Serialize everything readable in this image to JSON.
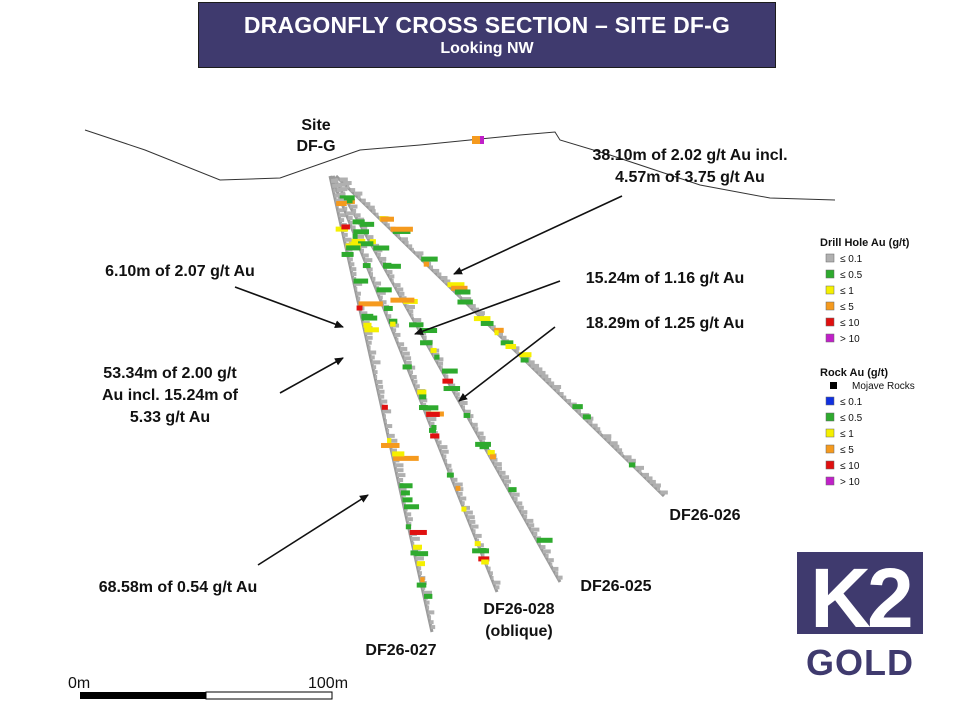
{
  "title": "DRAGONFLY CROSS SECTION – SITE DF-G",
  "subtitle": "Looking NW",
  "site_label_line1": "Site",
  "site_label_line2": "DF-G",
  "holes": [
    {
      "id": "DF26-026",
      "label": "DF26-026",
      "label2": ""
    },
    {
      "id": "DF26-025",
      "label": "DF26-025",
      "label2": ""
    },
    {
      "id": "DF26-028",
      "label": "DF26-028",
      "label2": "(oblique)"
    },
    {
      "id": "DF26-027",
      "label": "DF26-027",
      "label2": ""
    }
  ],
  "intercepts": [
    {
      "lines": [
        "38.10m of 2.02 g/t Au incl.",
        "4.57m of 3.75 g/t Au"
      ]
    },
    {
      "lines": [
        "6.10m of 2.07 g/t Au"
      ]
    },
    {
      "lines": [
        "15.24m of 1.16 g/t Au"
      ]
    },
    {
      "lines": [
        "18.29m of 1.25 g/t Au"
      ]
    },
    {
      "lines": [
        "53.34m of 2.00 g/t",
        "Au incl. 15.24m of",
        "5.33 g/t Au"
      ]
    },
    {
      "lines": [
        "68.58m of 0.54 g/t Au"
      ]
    }
  ],
  "legend_drill": {
    "title": "Drill Hole Au (g/t)",
    "items": [
      {
        "label": "≤ 0.1",
        "color": "#b0b0b0"
      },
      {
        "label": "≤ 0.5",
        "color": "#2eaa2e"
      },
      {
        "label": "≤ 1",
        "color": "#f5f000"
      },
      {
        "label": "≤ 5",
        "color": "#f59a1e"
      },
      {
        "label": "≤ 10",
        "color": "#e01010"
      },
      {
        "label": "> 10",
        "color": "#c020c8"
      }
    ]
  },
  "legend_rock": {
    "title": "Rock Au (g/t)",
    "mojave": "Mojave Rocks",
    "items": [
      {
        "label": "≤ 0.1",
        "color": "#1030e0"
      },
      {
        "label": "≤ 0.5",
        "color": "#2eaa2e"
      },
      {
        "label": "≤ 1",
        "color": "#f5f000"
      },
      {
        "label": "≤ 5",
        "color": "#f59a1e"
      },
      {
        "label": "≤ 10",
        "color": "#e01010"
      },
      {
        "label": "> 10",
        "color": "#c020c8"
      }
    ]
  },
  "scale": {
    "start": "0m",
    "end": "100m"
  },
  "logo": {
    "mark": "K2",
    "name": "GOLD",
    "color": "#3f3a6e"
  }
}
